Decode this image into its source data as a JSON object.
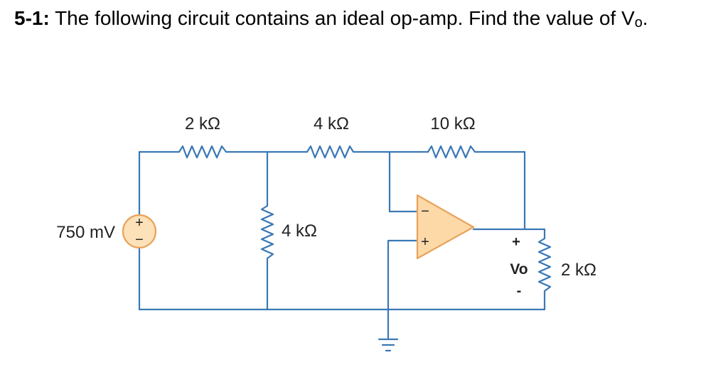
{
  "question": {
    "number": "5-1:",
    "text": "The following circuit contains an ideal op-amp. Find the value of V",
    "subscript": "o",
    "end": "."
  },
  "circuit": {
    "source_label": "750 mV",
    "source_plus": "+",
    "source_minus": "−",
    "r1_label": "2 kΩ",
    "r2_label": "4 kΩ",
    "r3_label": "10 kΩ",
    "r4_label": "4 kΩ",
    "rload_label": "2 kΩ",
    "opamp_inv": "−",
    "opamp_noninv": "+",
    "vo_plus": "+",
    "vo_label": "Vo",
    "vo_minus": "-",
    "colors": {
      "wire": "#3a78b5",
      "opamp_fill": "#fdd9a8",
      "opamp_stroke": "#e8a25a",
      "source_fill": "#fde1b8",
      "source_stroke": "#e8a25a"
    }
  }
}
